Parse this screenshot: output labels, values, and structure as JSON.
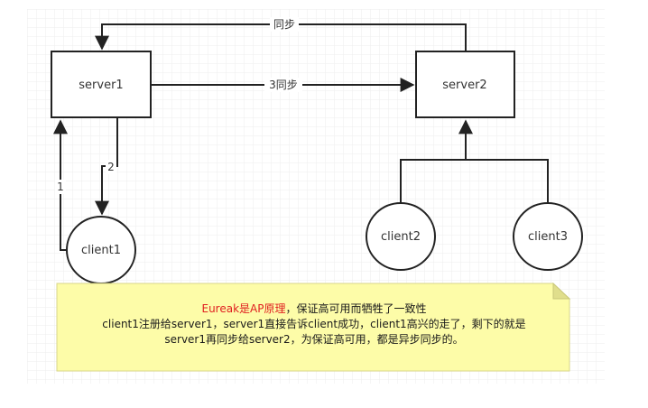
{
  "nodes": {
    "server1": "server1",
    "server2": "server2",
    "client1": "client1",
    "client2": "client2",
    "client3": "client3"
  },
  "edges": {
    "sync_top": "同步",
    "sync_3": "3同步",
    "step_1": "1",
    "step_2": "2"
  },
  "note": {
    "line1_highlight": "Eureak是AP原理",
    "line1_rest": "，保证高可用而牺牲了一致性",
    "line2": "client1注册给server1，server1直接告诉client成功，client1高兴的走了，剩下的就是",
    "line3": "server1再同步给server2，为保证高可用，都是异步同步的。"
  },
  "colors": {
    "note_fill": "#fdfca8",
    "highlight": "#e02020",
    "grid": "#e9e9e9"
  }
}
